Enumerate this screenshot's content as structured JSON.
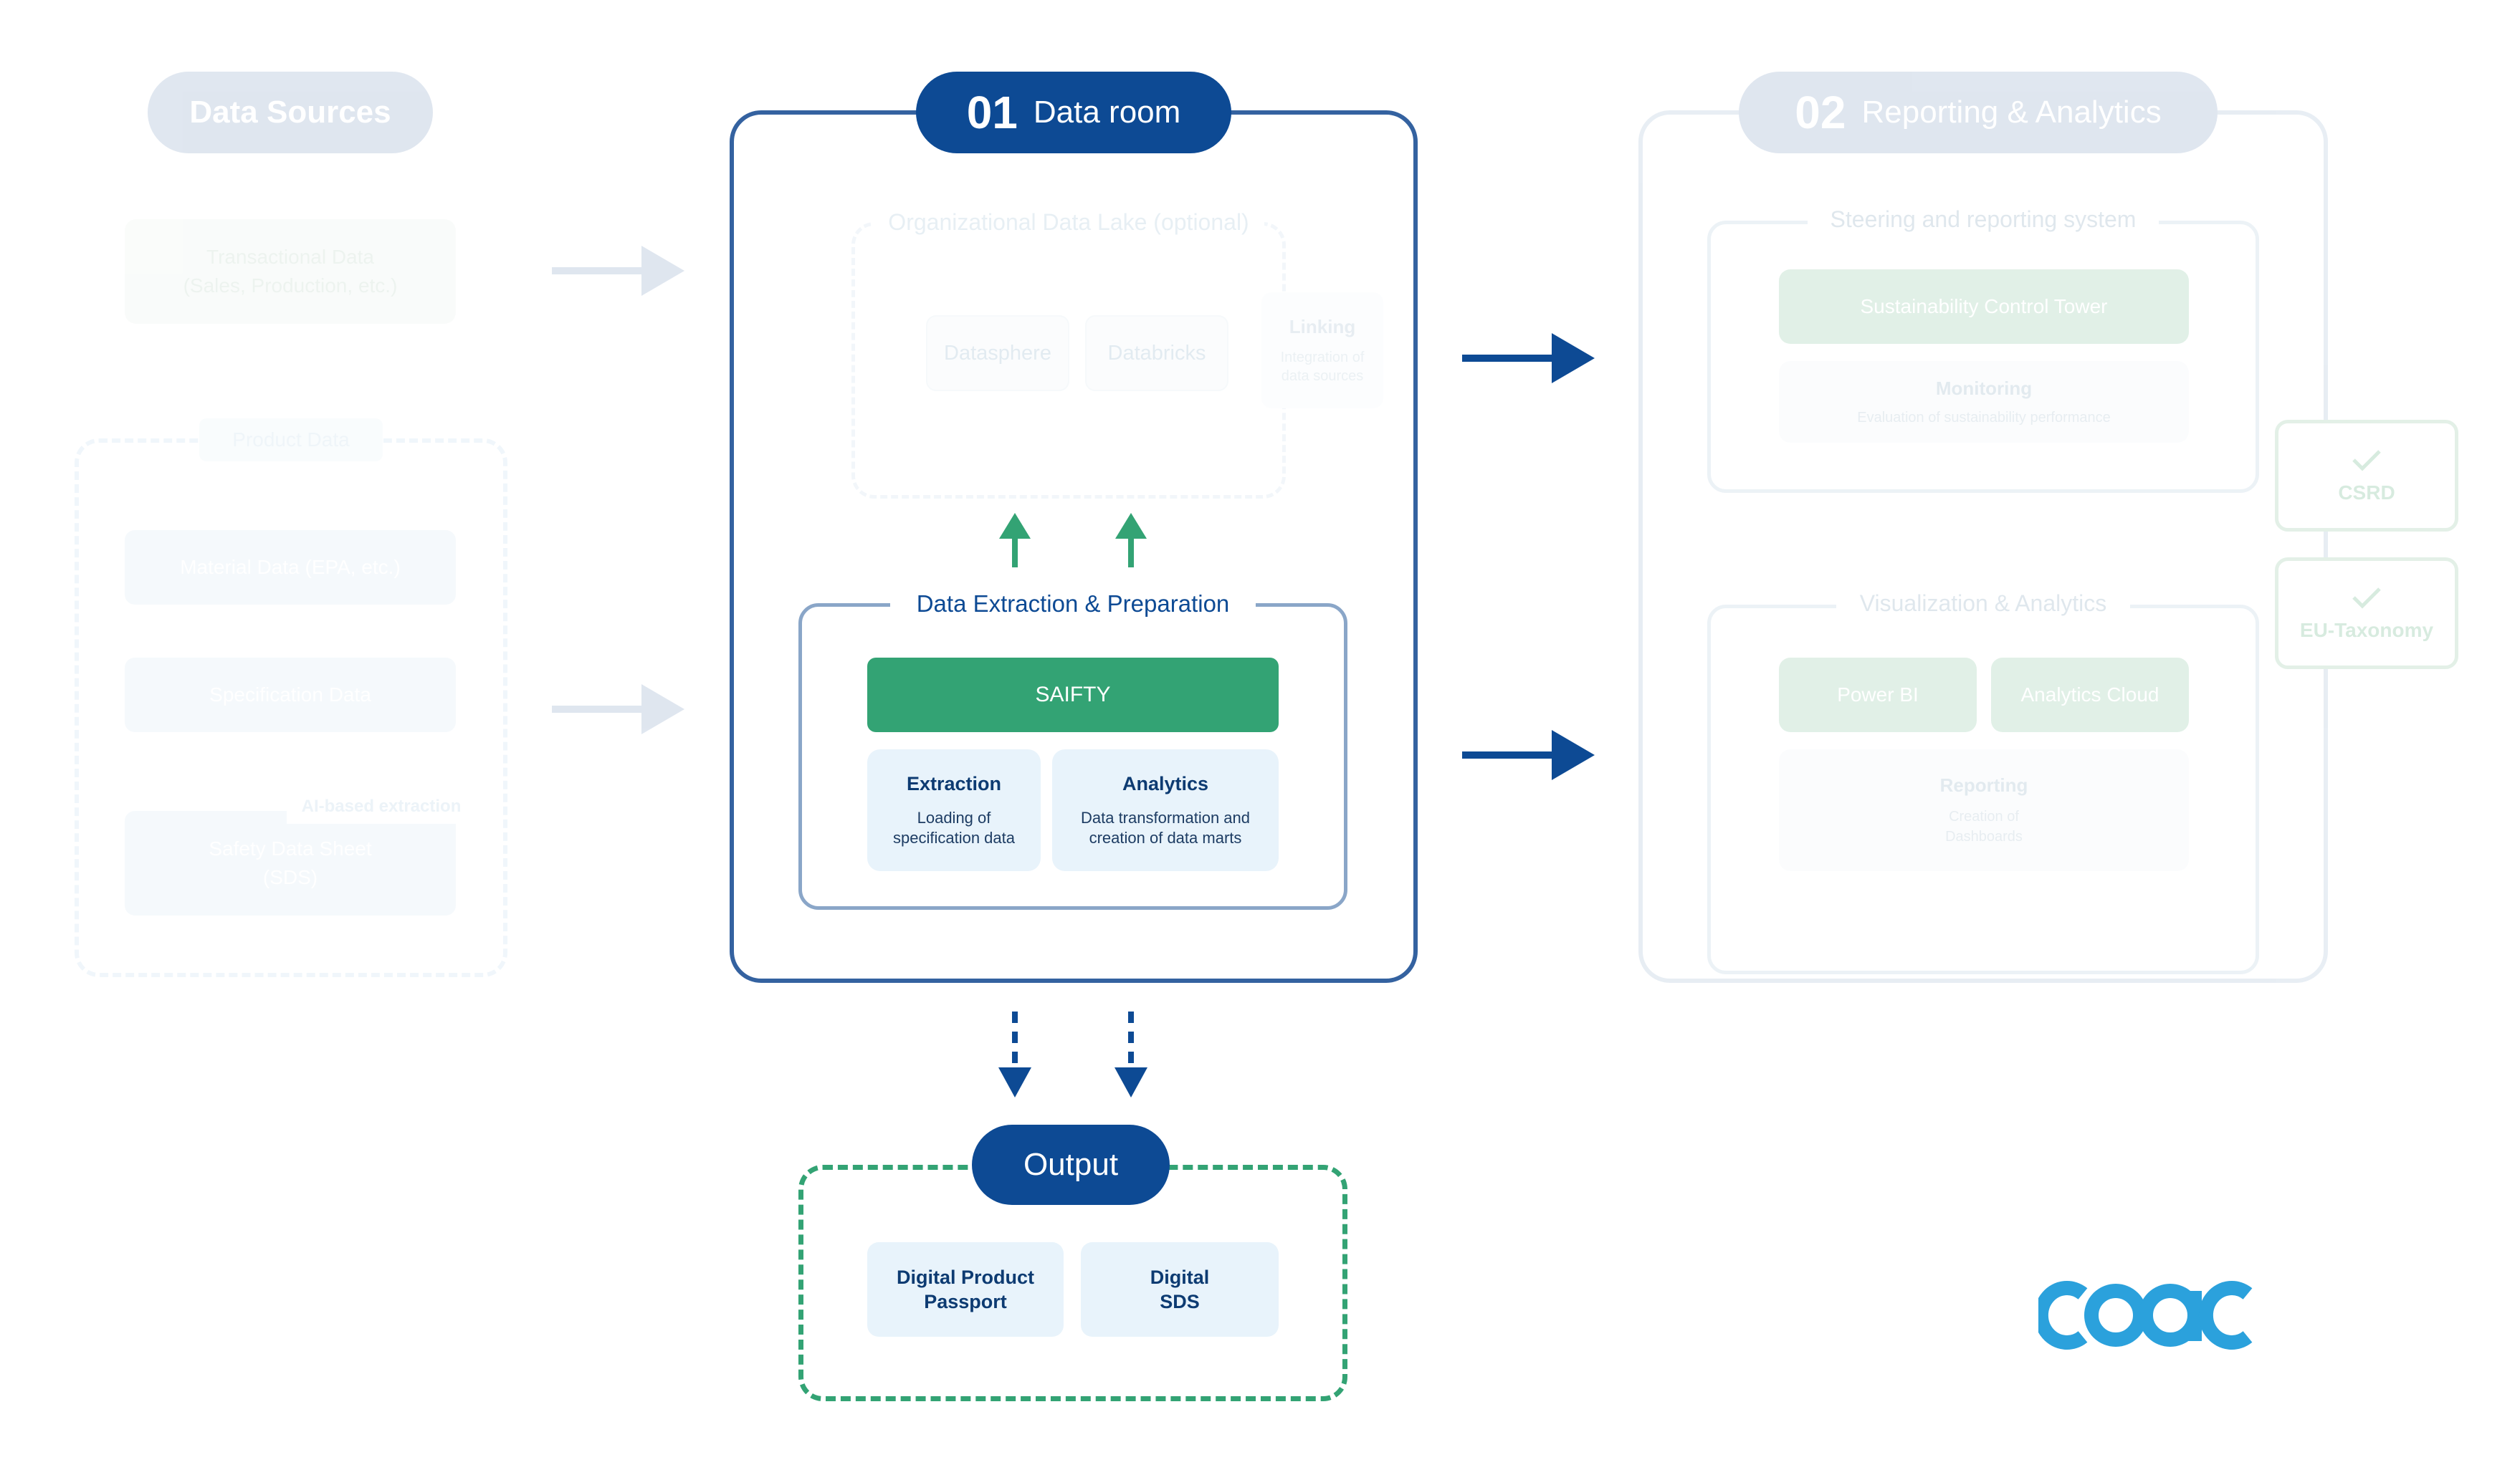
{
  "sources": {
    "title": "Data Sources",
    "transactional": "Transactional Data\n(Sales, Production, etc.)",
    "product_label": "Product Data",
    "material": "Material Data (EPA, etc.)",
    "specification": "Specification Data",
    "ai_tag": "AI-based extraction",
    "sds": "Safety Data Sheet\n(SDS)"
  },
  "data_room": {
    "number": "01",
    "title": "Data room",
    "lake_label": "Organizational Data Lake (optional)",
    "datasphere": "Datasphere",
    "databricks": "Databricks",
    "linking_title": "Linking",
    "linking_desc": "Integration of\ndata sources",
    "extraction_label": "Data Extraction & Preparation",
    "saifty": "SAIFTY",
    "extraction_title": "Extraction",
    "extraction_desc": "Loading of\nspecification data",
    "analytics_title": "Analytics",
    "analytics_desc": "Data transformation and\ncreation of data marts"
  },
  "reporting": {
    "number": "02",
    "title": "Reporting & Analytics",
    "steering_label": "Steering and reporting system",
    "control_tower": "Sustainability Control Tower",
    "monitoring_title": "Monitoring",
    "monitoring_desc": "Evaluation of sustainability performance",
    "viz_label": "Visualization & Analytics",
    "powerbi": "Power BI",
    "analytics_cloud": "Analytics Cloud",
    "reporting_title": "Reporting",
    "reporting_desc": "Creation of\nDashboards",
    "csrd": "CSRD",
    "eu_taxonomy": "EU-Taxonomy"
  },
  "output": {
    "title": "Output",
    "dpp": "Digital Product\nPassport",
    "sds": "Digital\nSDS"
  },
  "logo": {
    "text": "coac"
  },
  "colors": {
    "navy": "#0d4a94",
    "green": "#33a374",
    "blue_light": "#e8f3fb",
    "logo": "#2ba1dc"
  }
}
